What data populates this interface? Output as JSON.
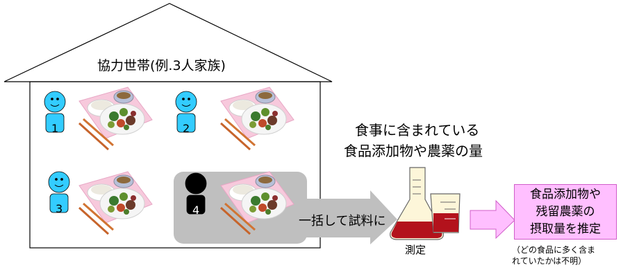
{
  "household": {
    "title": "協力世帯(例.3人家族)",
    "members": [
      "1",
      "2",
      "3",
      "4"
    ]
  },
  "meal_caption": {
    "line1": "食事に含まれている",
    "line2": "食品添加物や農薬の量"
  },
  "process": {
    "bulk_label": "一括して試料に",
    "measure_label": "測定"
  },
  "result": {
    "line1": "食品添加物や",
    "line2": "残留農薬の",
    "line3": "摂取量を推定"
  },
  "note": {
    "line1": "（どの食品に多く含ま",
    "line2": "れていたかは不明）"
  },
  "colors": {
    "person": "#33ccff",
    "person_unknown": "#000000",
    "highlight_box": "#bfbfbf",
    "arrow_gray": "#bfbfbf",
    "arrow_pink": "#ffbfff",
    "pink_border": "#d05cc9"
  },
  "icons": [
    "person-icon",
    "meal-plate-icon",
    "flask-icon",
    "beaker-icon"
  ]
}
